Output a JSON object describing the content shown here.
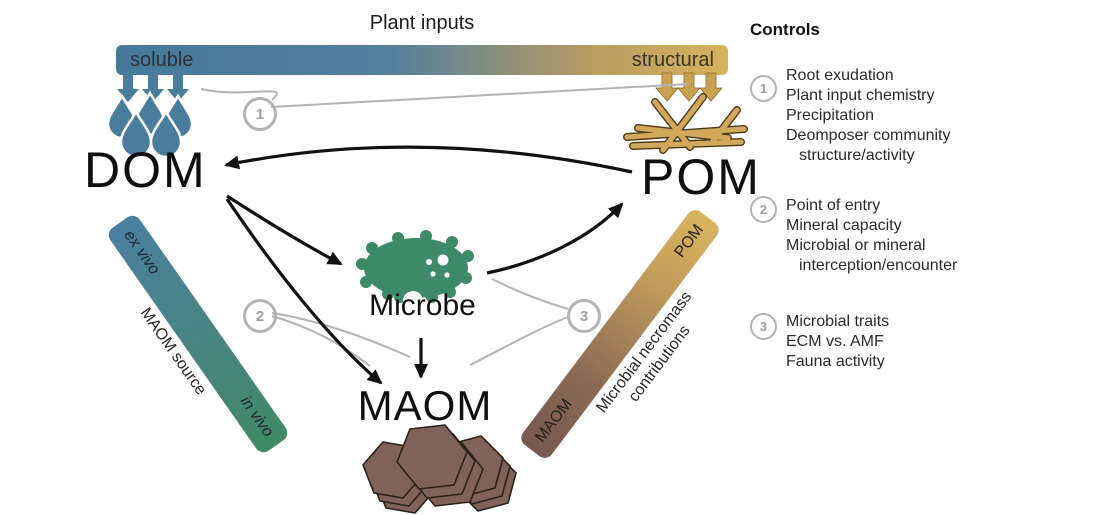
{
  "diagram": {
    "title": "Plant inputs",
    "gradient_bar": {
      "left_label": "soluble",
      "right_label": "structural"
    },
    "nodes": {
      "dom": "DOM",
      "pom": "POM",
      "microbe": "Microbe",
      "maom": "MAOM"
    },
    "left_bar": {
      "end_top": "ex vivo",
      "end_bottom": "in vivo",
      "caption": "MAOM source"
    },
    "right_bar": {
      "end_top": "POM",
      "end_bottom": "MAOM",
      "caption_line1": "Microbial necromass",
      "caption_line2": "contributions"
    },
    "markers": {
      "m1": "1",
      "m2": "2",
      "m3": "3"
    },
    "colors": {
      "soluble_blue": "#4a7d9c",
      "structural_gold": "#d2a95c",
      "microbe_green": "#3d8a68",
      "maom_brown": "#7f6259",
      "annotation_gray": "#b3b3b3"
    }
  },
  "controls": {
    "title": "Controls",
    "items": [
      {
        "number": "1",
        "lines": [
          "Root exudation",
          "Plant input chemistry",
          "Precipitation",
          "Deomposer community",
          "structure/activity"
        ]
      },
      {
        "number": "2",
        "lines": [
          "Point of entry",
          "Mineral capacity",
          "Microbial or mineral",
          "interception/encounter"
        ]
      },
      {
        "number": "3",
        "lines": [
          "Microbial traits",
          "ECM vs. AMF",
          "Fauna activity"
        ]
      }
    ]
  }
}
